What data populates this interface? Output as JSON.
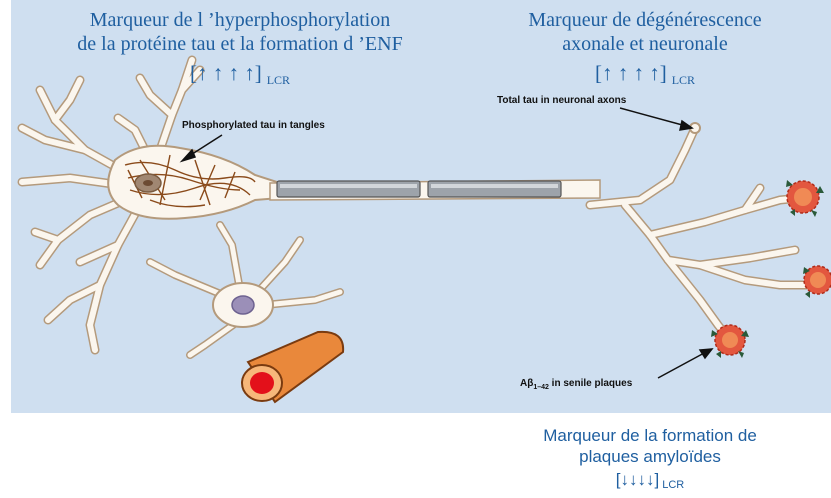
{
  "top_left": {
    "line1": "Marqueur de l ’hyperphosphorylation",
    "line2": "de la protéine tau et la formation d ’ENF",
    "arrows": "[↑ ↑ ↑ ↑]",
    "fluid": "LCR"
  },
  "top_right": {
    "line1": "Marqueur de dégénérescence",
    "line2": "axonale et neuronale",
    "arrows": "[↑ ↑ ↑ ↑]",
    "fluid": "LCR"
  },
  "labels": {
    "tangles": "Phosphorylated tau in tangles",
    "axons": "Total tau in neuronal axons",
    "plaques_prefix": "Aβ",
    "plaques_sub": "1–42",
    "plaques_suffix": " in senile plaques"
  },
  "bottom": {
    "line1": "Marqueur de la formation de",
    "line2": "plaques amyloïdes",
    "arrows": "[↓↓↓↓]",
    "fluid": "LCR"
  },
  "colors": {
    "panel": "#cfdff0",
    "heading_blue": "#1f5fa0",
    "neuron_fill": "#fbf6ee",
    "neuron_outline": "#b49a7c",
    "tangles": "#8a4a1a",
    "vessel": "#e9883b",
    "plaque": "#e3573f"
  }
}
